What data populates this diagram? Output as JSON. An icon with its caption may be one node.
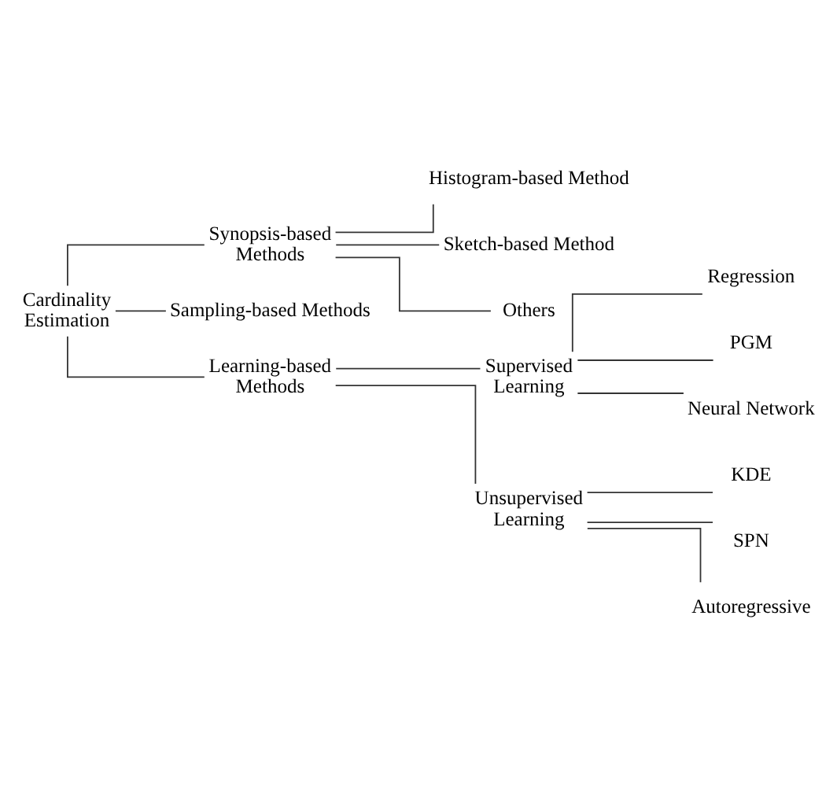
{
  "diagram": {
    "nodes": [
      {
        "text": [
          "Cardinality Estimation"
        ]
      },
      {
        "text": [
          "Synopsis-based Methods"
        ]
      },
      {
        "text": [
          "Histogram-based Method"
        ]
      },
      {
        "text": [
          "Sketch-based Method"
        ]
      },
      {
        "text": [
          "Others"
        ]
      },
      {
        "text": [
          "Sampling-based Methods"
        ]
      },
      {
        "text": [
          "Learning-based Methods"
        ]
      },
      {
        "text": [
          "Supervised Learning"
        ]
      },
      {
        "text": [
          "Regression"
        ]
      },
      {
        "text": [
          "PGM"
        ]
      },
      {
        "text": [
          "Neural Network"
        ]
      },
      {
        "text": [
          "Unsupervised Learning"
        ]
      },
      {
        "text": [
          "KDE"
        ]
      },
      {
        "text": [
          "SPN"
        ]
      },
      {
        "text": [
          "Autoregressive"
        ]
      }
    ],
    "edges": [
      {
        "from": 0,
        "to": 1,
        "arrow": "none"
      },
      {
        "from": 0,
        "to": 5,
        "arrow": "none"
      },
      {
        "from": 0,
        "to": 6,
        "arrow": "none"
      },
      {
        "from": 1,
        "to": 2,
        "arrow": "none"
      },
      {
        "from": 1,
        "to": 3,
        "arrow": "none"
      },
      {
        "from": 1,
        "to": 4,
        "arrow": "none"
      },
      {
        "from": 6,
        "to": 7,
        "arrow": "none"
      },
      {
        "from": 6,
        "to": 11,
        "arrow": "none"
      },
      {
        "from": 7,
        "to": 8,
        "arrow": "none"
      },
      {
        "from": 7,
        "to": 9,
        "arrow": "none"
      },
      {
        "from": 7,
        "to": 10,
        "arrow": "none"
      },
      {
        "from": 11,
        "to": 12,
        "arrow": "none"
      },
      {
        "from": 11,
        "to": 13,
        "arrow": "none"
      },
      {
        "from": 11,
        "to": 14,
        "arrow": "none"
      }
    ]
  }
}
